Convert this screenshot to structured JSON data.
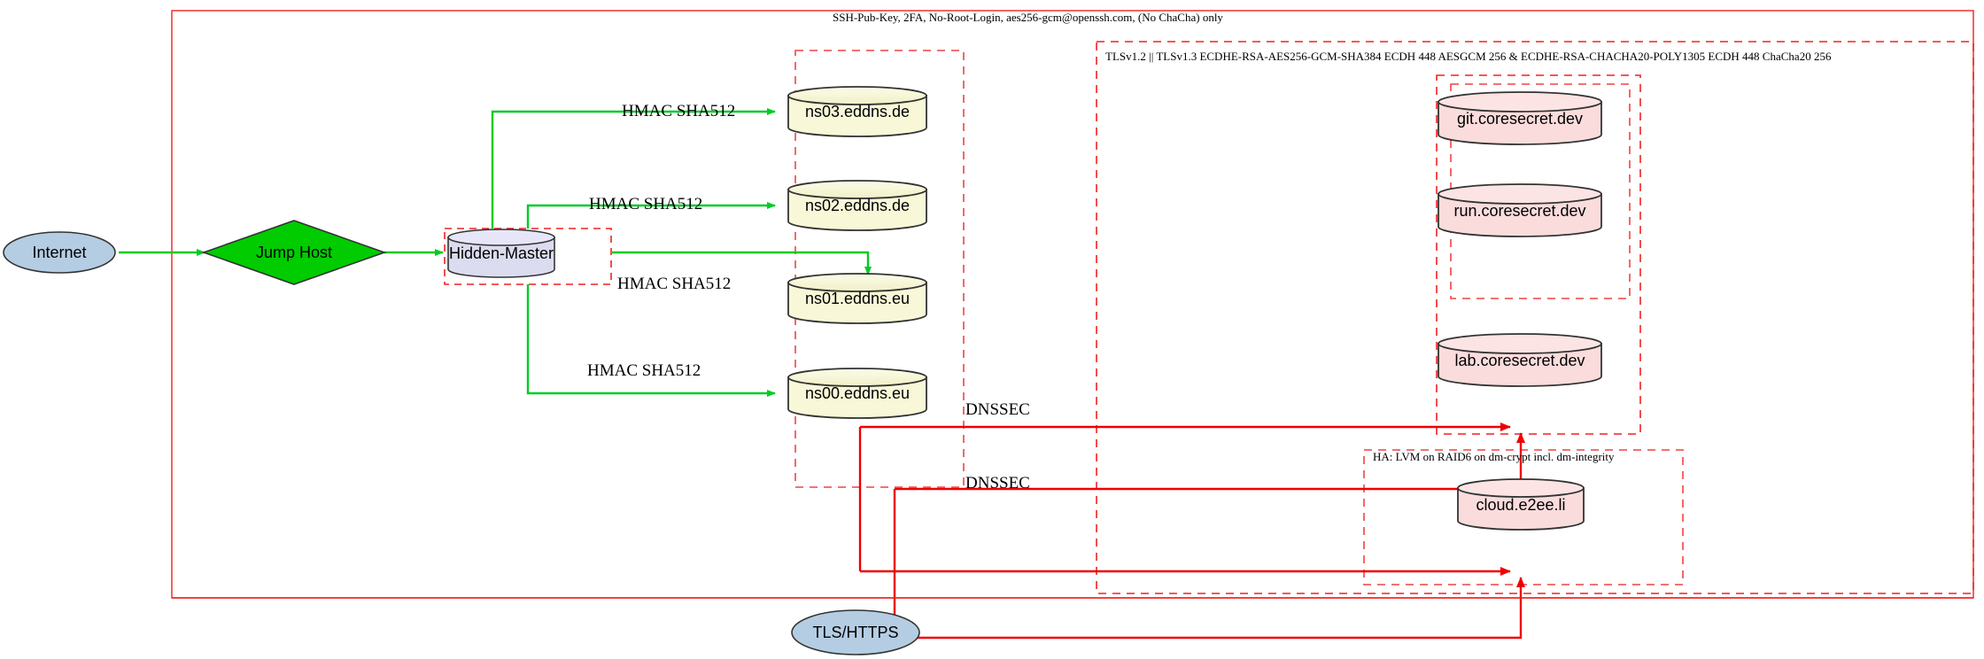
{
  "diagram": {
    "title_labels": {
      "ssh_zone": "SSH-Pub-Key, 2FA, No-Root-Login, aes256-gcm@openssh.com, (No ChaCha) only",
      "tls_zone": "TLSv1.2 || TLSv1.3 ECDHE-RSA-AES256-GCM-SHA384 ECDH 448 AESGCM 256 & ECDHE-RSA-CHACHA20-POLY1305 ECDH 448 ChaCha20 256",
      "ha_zone": "HA: LVM on RAID6 on dm-crypt incl. dm-integrity"
    },
    "nodes": {
      "internet": "Internet",
      "jump_host": "Jump Host",
      "hidden_master": "Hidden-Master",
      "ns03": "ns03.eddns.de",
      "ns02": "ns02.eddns.de",
      "ns01": "ns01.eddns.eu",
      "ns00": "ns00.eddns.eu",
      "git": "git.coresecret.dev",
      "run": "run.coresecret.dev",
      "lab": "lab.coresecret.dev",
      "cloud": "cloud.e2ee.li",
      "tls_https": "TLS/HTTPS"
    },
    "edge_labels": {
      "hmac_ns03": "HMAC SHA512",
      "hmac_ns02": "HMAC SHA512",
      "hmac_ns01": "HMAC SHA512",
      "hmac_ns00": "HMAC SHA512",
      "dnssec_upper": "DNSSEC",
      "dnssec_lower": "DNSSEC"
    },
    "colors": {
      "boundary_red": "#ee2222",
      "edge_green": "#00cc22",
      "edge_red": "#ee0000",
      "ellipse_fill": "#b4cde3",
      "diamond_fill": "#00cc00",
      "master_fill": "#dcdcf0",
      "dns_fill": "#f8f8d8",
      "service_fill": "#fadcdc",
      "stroke_dark": "#333333"
    }
  }
}
